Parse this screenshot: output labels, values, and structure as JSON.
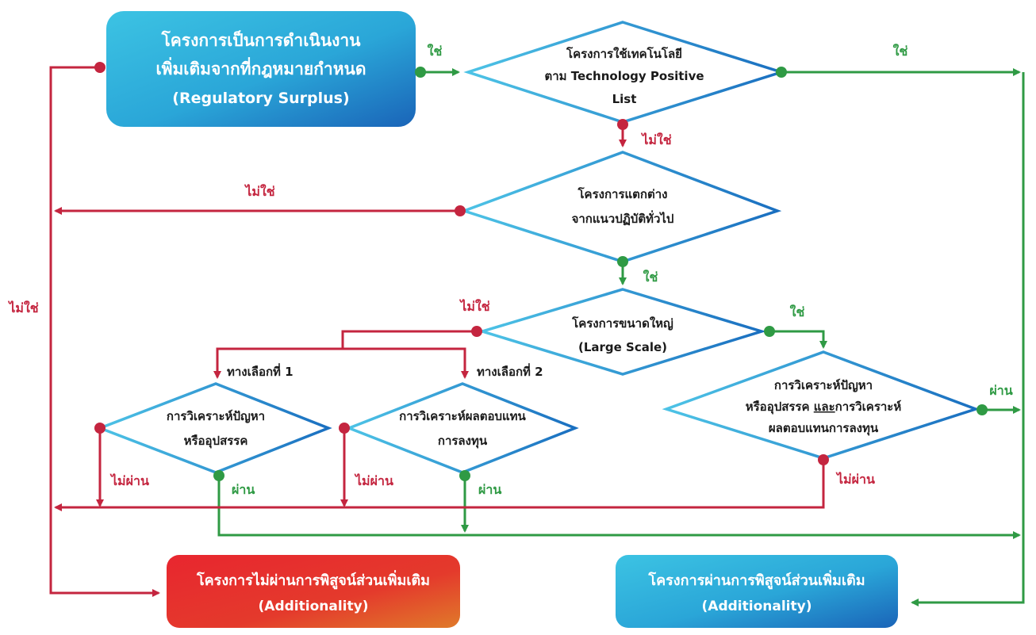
{
  "colors": {
    "red": "#c4253f",
    "green": "#2f9a44",
    "blue_light": "#3cc0e0",
    "blue_dark": "#1a6fc0",
    "red_box_start": "#e8262f",
    "red_box_end": "#e0732a"
  },
  "start_box": {
    "line1": "โครงการเป็นการดำเนินงาน",
    "line2": "เพิ่มเติมจากที่กฎหมายกำหนด",
    "line3": "(Regulatory Surplus)"
  },
  "decisions": {
    "tech_list": {
      "line1": "โครงการใช้เทคโนโลยี",
      "line2": "ตาม Technology Positive",
      "line3": "List"
    },
    "different": {
      "line1": "โครงการแตกต่าง",
      "line2": "จากแนวปฏิบัติทั่วไป"
    },
    "large_scale": {
      "line1": "โครงการขนาดใหญ่",
      "line2": "(Large Scale)"
    },
    "barrier": {
      "line1": "การวิเคราะห์ปัญหา",
      "line2": "หรืออุปสรรค"
    },
    "return": {
      "line1": "การวิเคราะห์ผลตอบแทน",
      "line2": "การลงทุน"
    },
    "both": {
      "line1": "การวิเคราะห์ปัญหา",
      "line2a": "หรืออุปสรรค ",
      "line2b": "และ",
      "line2c": "การวิเคราะห์",
      "line3": "ผลตอบแทนการลงทุน"
    }
  },
  "labels": {
    "yes": "ใช่",
    "no": "ไม่ใช่",
    "pass": "ผ่าน",
    "fail": "ไม่ผ่าน",
    "option1": "ทางเลือกที่ 1",
    "option2": "ทางเลือกที่ 2"
  },
  "result_fail": {
    "line1": "โครงการไม่ผ่านการพิสูจน์ส่วนเพิ่มเติม",
    "line2": "(Additionality)"
  },
  "result_pass": {
    "line1": "โครงการผ่านการพิสูจน์ส่วนเพิ่มเติม",
    "line2": "(Additionality)"
  }
}
